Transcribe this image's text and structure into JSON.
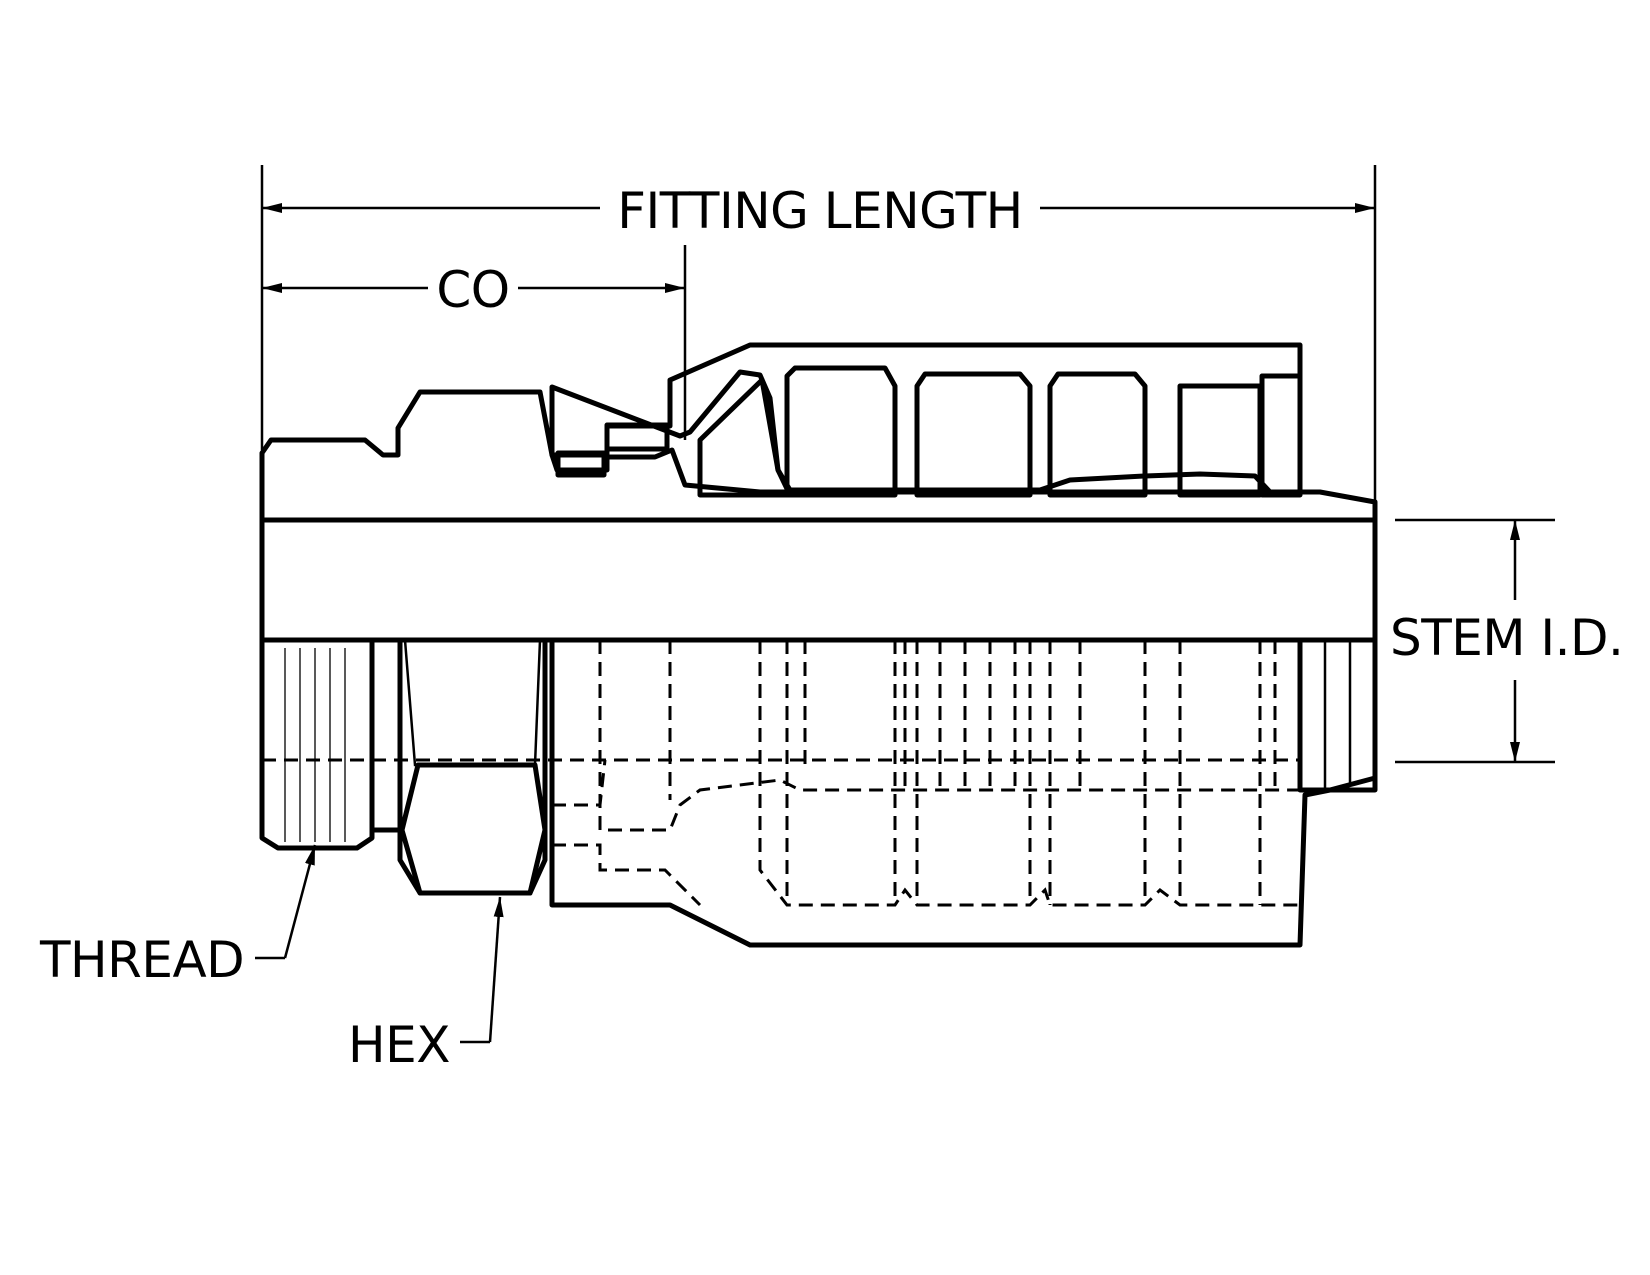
{
  "labels": {
    "fitting_length": "FITTING LENGTH",
    "co": "CO",
    "stem_id": "STEM I.D.",
    "thread": "THREAD",
    "hex": "HEX"
  },
  "colors": {
    "line": "#000000",
    "metal_light": "#9a9a9a",
    "metal_mid": "#6e6e6e",
    "metal_dark": "#3a3a3a",
    "background": "#ffffff"
  }
}
